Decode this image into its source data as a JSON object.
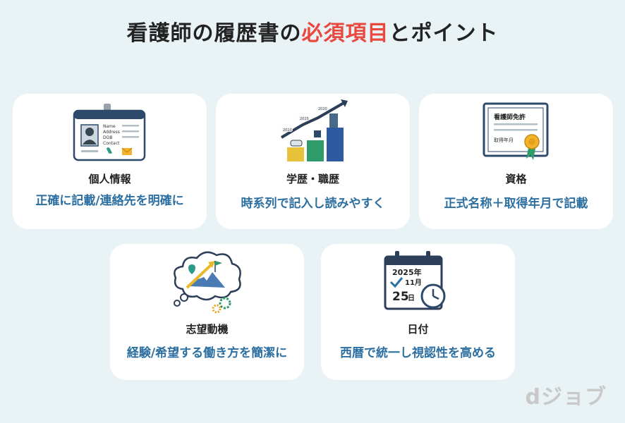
{
  "header": {
    "title_prefix": "看護師の履歴書の",
    "title_highlight": "必須項目",
    "title_suffix": "とポイント",
    "highlight_color": "#e8483f"
  },
  "cards": [
    {
      "label": "個人情報",
      "desc": "正確に記載/連絡先を明確に",
      "icon": "id-card-icon",
      "icon_text": [
        "Name",
        "Address",
        "DOB",
        "Contact"
      ]
    },
    {
      "label": "学歴・職歴",
      "desc": "時系列で記入し読みやすく",
      "icon": "career-growth-icon",
      "icon_text": [
        "2010",
        "2015",
        "2020"
      ]
    },
    {
      "label": "資格",
      "desc": "正式名称＋取得年月で記載",
      "icon": "license-certificate-icon",
      "icon_text": [
        "看護師免許",
        "取得年月"
      ]
    },
    {
      "label": "志望動機",
      "desc": "経験/希望する働き方を簡潔に",
      "icon": "aspiration-cloud-icon"
    },
    {
      "label": "日付",
      "desc": "西暦で統一し視認性を高める",
      "icon": "calendar-icon",
      "icon_text": [
        "2025年",
        "11月",
        "25",
        "日"
      ]
    }
  ],
  "brand": {
    "logo_text": "dジョブ"
  },
  "colors": {
    "accent_blue": "#2c6fa0",
    "card_bg": "#ffffff",
    "page_bg": "#e9f3f6"
  }
}
